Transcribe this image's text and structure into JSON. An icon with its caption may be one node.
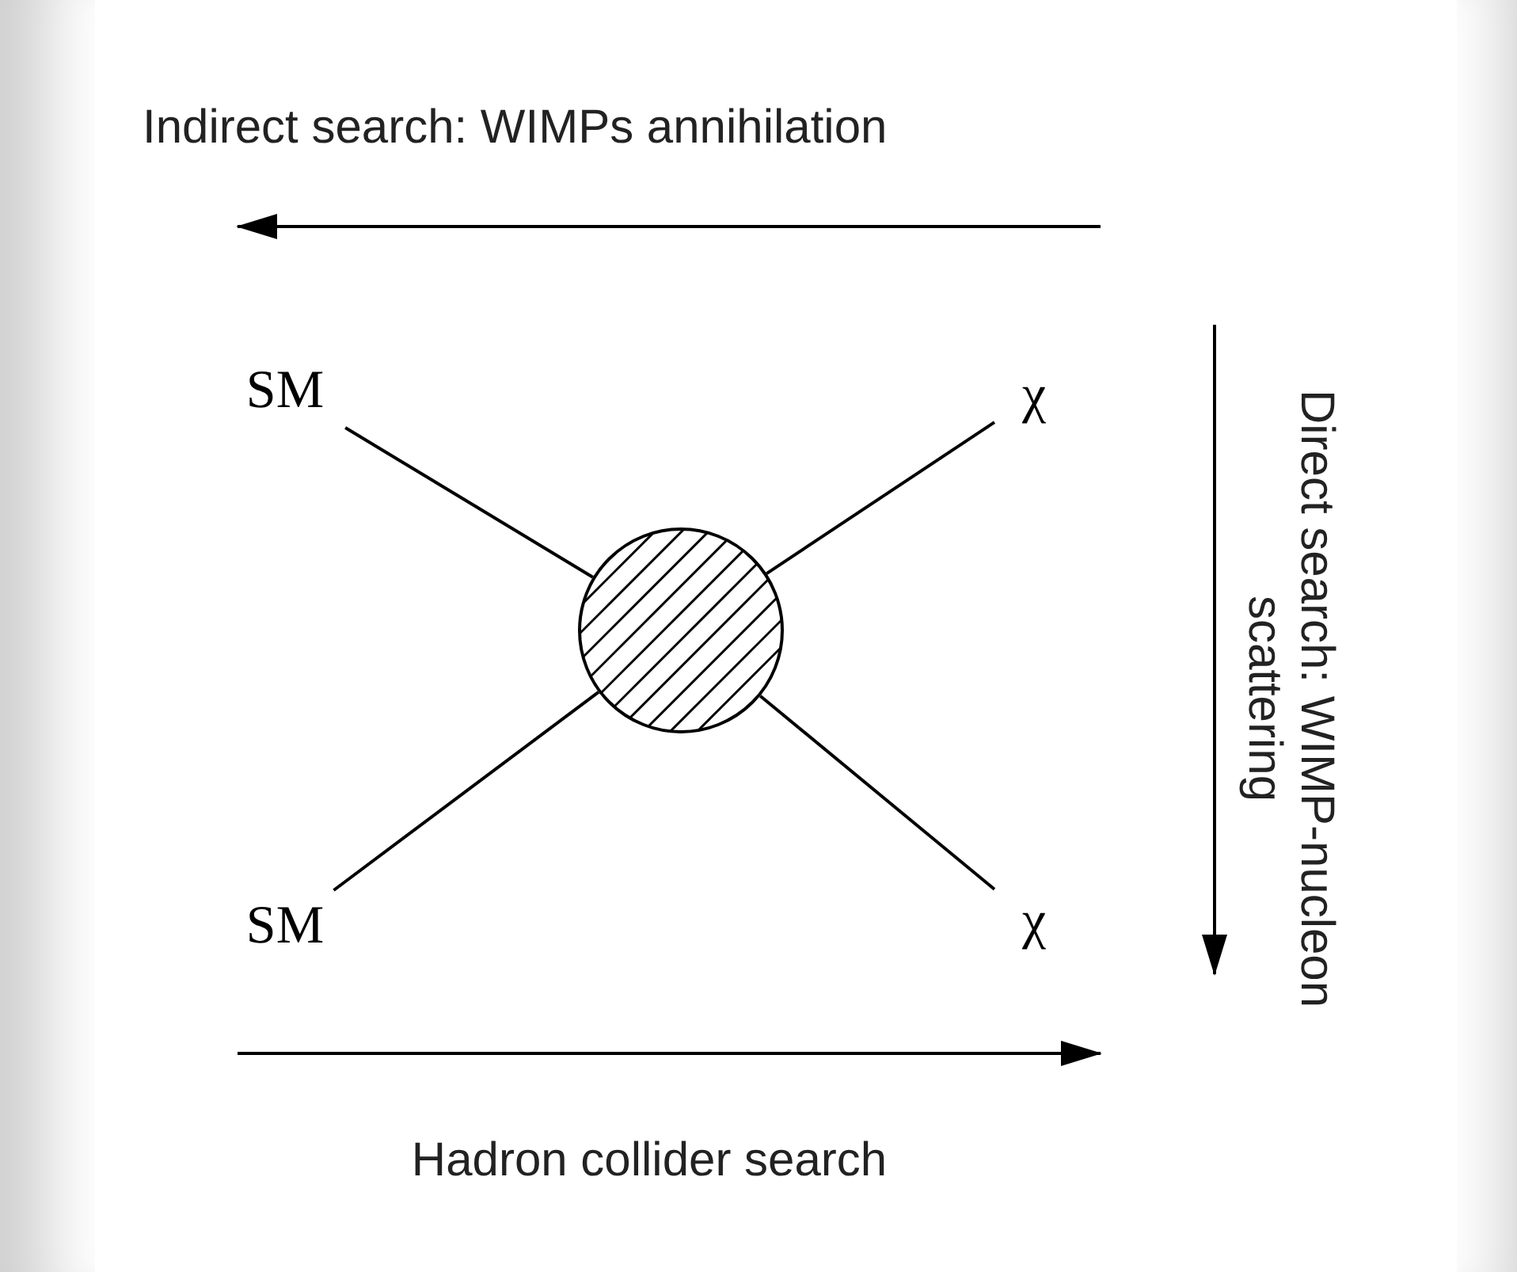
{
  "diagram": {
    "nodes": [
      {
        "text": [
          "SM"
        ]
      },
      {
        "text": [
          "χ"
        ]
      },
      {
        "text": [],
        "shape": "circle"
      },
      {
        "text": [
          "SM"
        ]
      },
      {
        "text": [
          "χ"
        ]
      }
    ],
    "edges": [
      {
        "from": 0,
        "to": 2,
        "arrow": "none"
      },
      {
        "from": 3,
        "to": 2,
        "arrow": "none"
      },
      {
        "from": 2,
        "to": 1,
        "arrow": "none"
      },
      {
        "from": 2,
        "to": 4,
        "arrow": "none"
      }
    ],
    "labels": [
      "Indirect search: WIMPs annihilation",
      "Direct search: WIMP-nucleon scattering",
      "Hadron collider search"
    ]
  }
}
